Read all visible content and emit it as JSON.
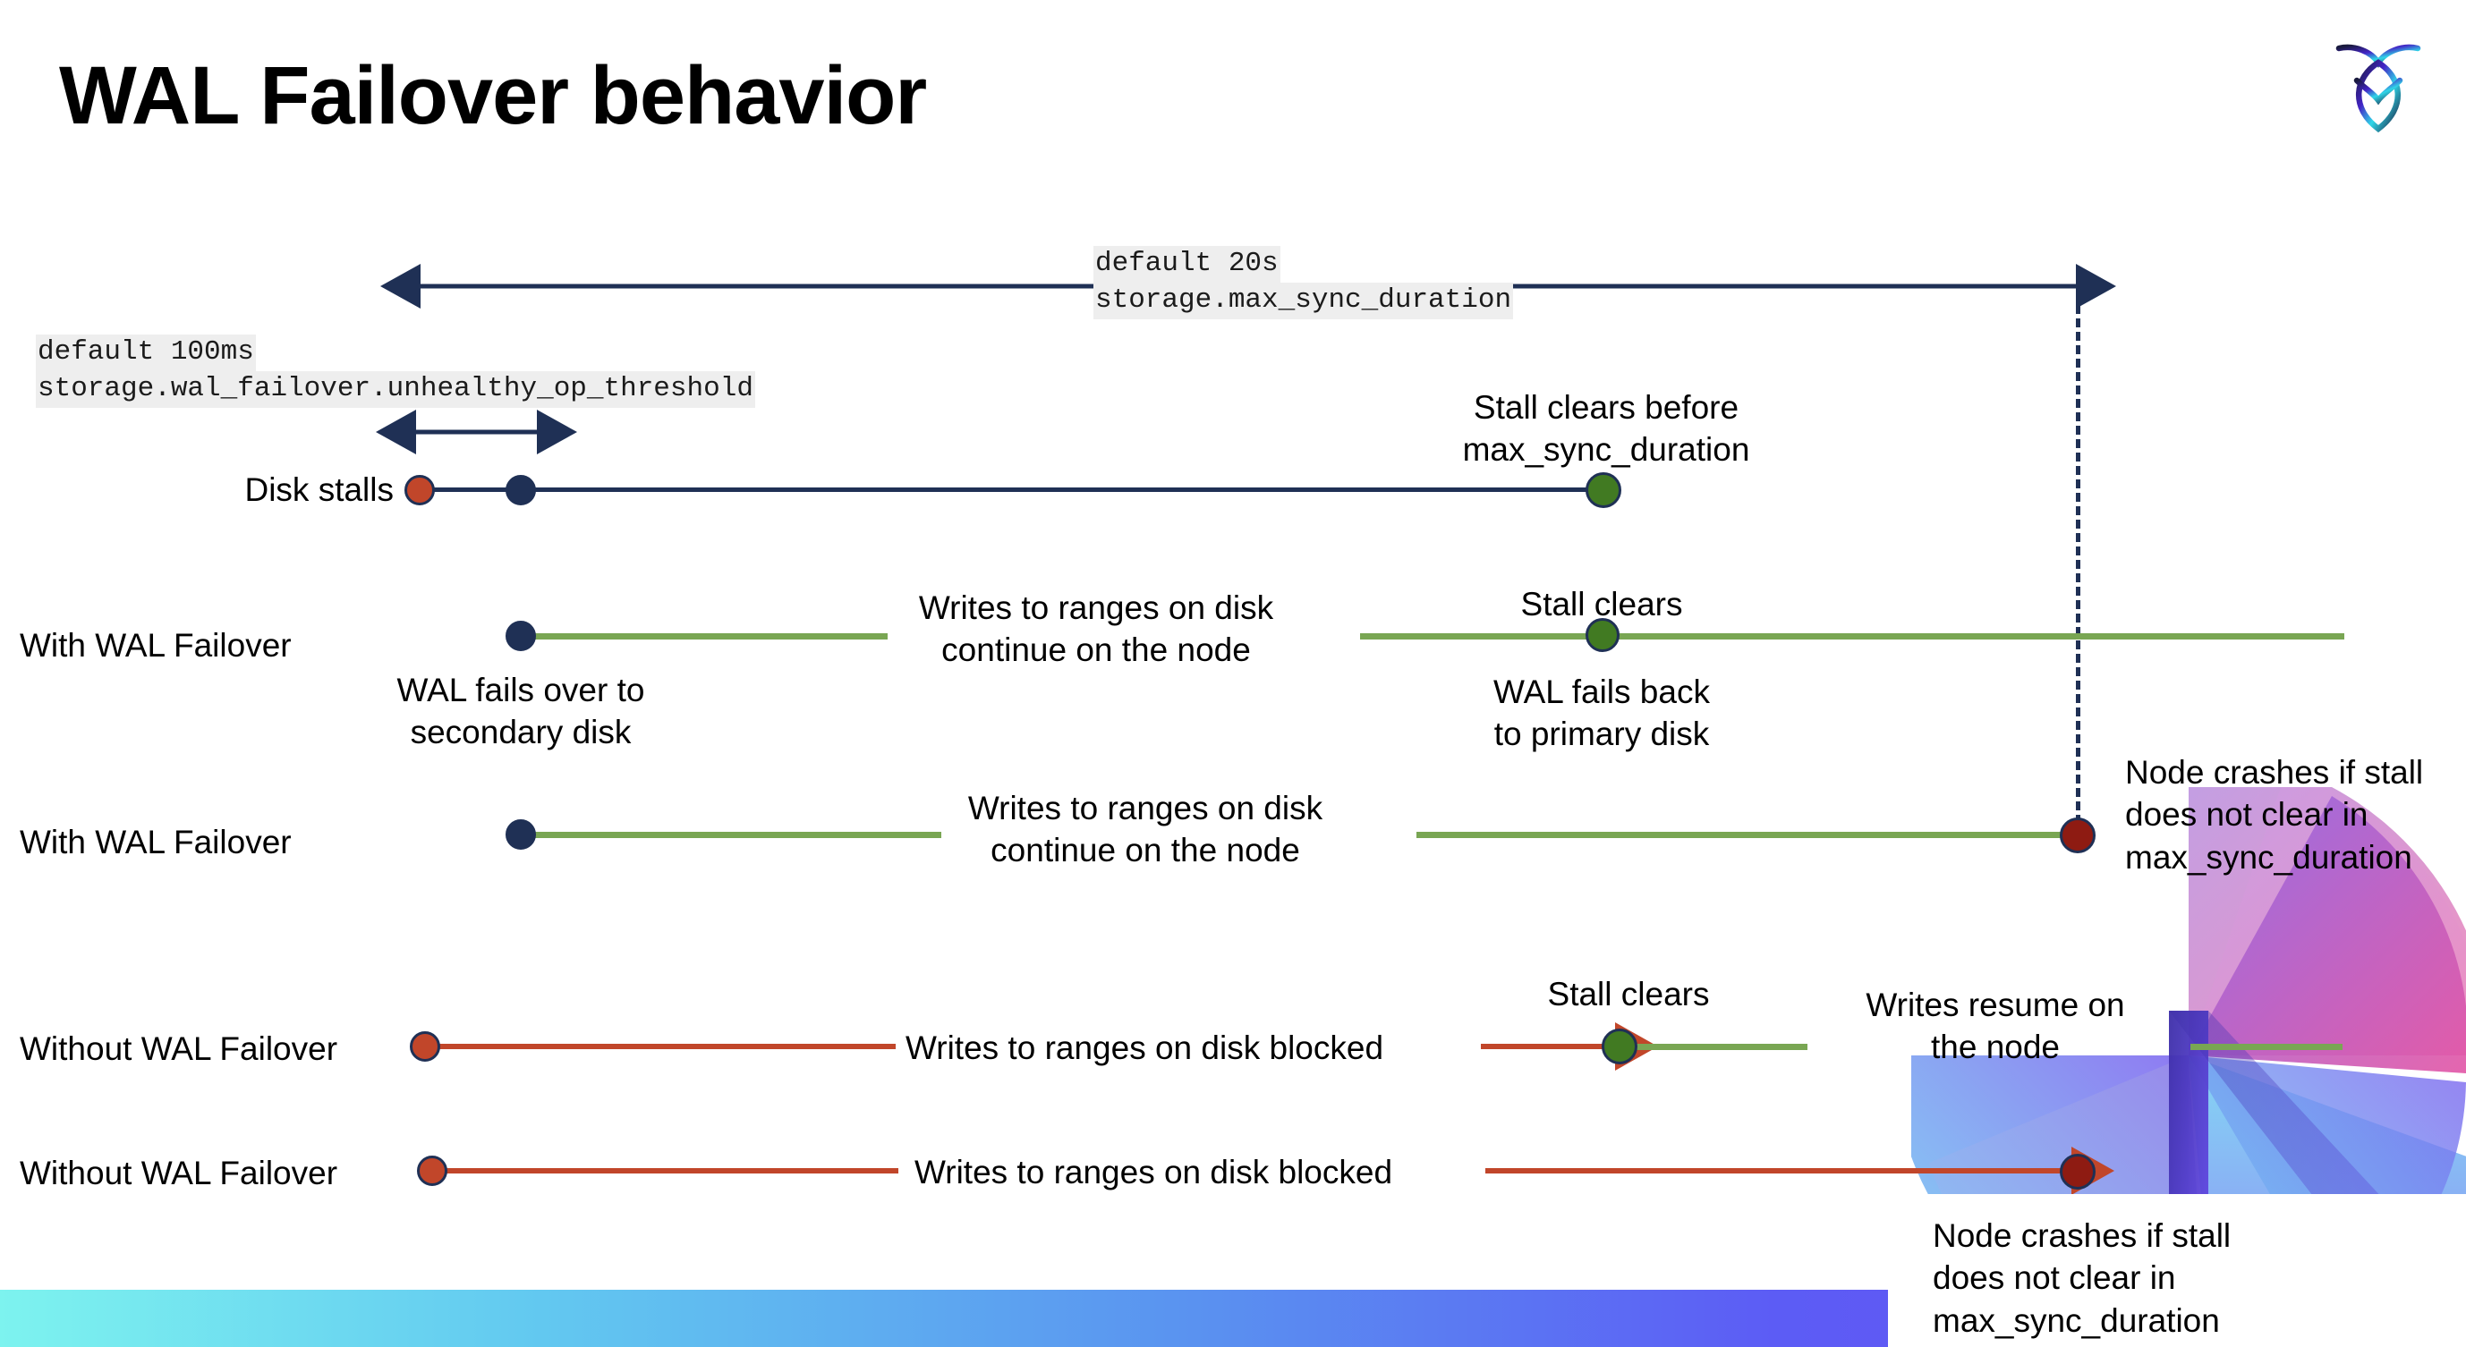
{
  "slide": {
    "title": "WAL Failover behavior",
    "logo_name": "cockroachdb-logo"
  },
  "settings": {
    "max_sync": {
      "default_label": "default 20s",
      "setting_name": "storage.max_sync_duration"
    },
    "unhealthy_op": {
      "default_label": "default 100ms",
      "setting_name": "storage.wal_failover.unhealthy_op_threshold"
    }
  },
  "rows": {
    "disk_stalls": {
      "label": "Disk stalls",
      "note": "Stall clears before\nmax_sync_duration"
    },
    "with_failover_1": {
      "label": "With WAL Failover",
      "note_start": "WAL fails over to\nsecondary disk",
      "note_mid": "Writes to ranges on disk\ncontinue on the node",
      "note_clears": "Stall clears",
      "note_back": "WAL fails  back\nto primary disk"
    },
    "with_failover_2": {
      "label": "With WAL Failover",
      "note_mid": "Writes to ranges on disk\ncontinue on the node",
      "note_crash": "Node crashes if stall\ndoes not clear in\nmax_sync_duration"
    },
    "without_failover_1": {
      "label": "Without WAL Failover",
      "note_mid": "Writes to ranges on disk  blocked",
      "note_clears": "Stall clears",
      "note_resume": "Writes resume on\nthe node"
    },
    "without_failover_2": {
      "label": "Without WAL Failover",
      "note_mid": "Writes to ranges on disk  blocked",
      "note_crash": "Node crashes if stall\ndoes not clear in\nmax_sync_duration"
    }
  },
  "colors": {
    "navy": "#1f3055",
    "green_line": "#79a653",
    "green_dot": "#417a22",
    "red_line": "#c1462a",
    "red_dot": "#c1462a",
    "dark_red_dot": "#8e1b12",
    "code_bg": "#eeeeee"
  }
}
